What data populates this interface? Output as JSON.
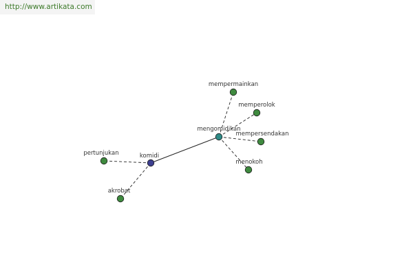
{
  "source_link": {
    "text": "http://www.artikata.com"
  },
  "graph": {
    "nodes": [
      {
        "id": "komidi",
        "label": "komidi",
        "kind": "root",
        "color": "#3d3f8f"
      },
      {
        "id": "mengomidikan",
        "label": "mengomidikan",
        "kind": "hub",
        "color": "#2e8a86"
      },
      {
        "id": "pertunjukan",
        "label": "pertunjukan",
        "kind": "leaf",
        "color": "#3f8a3f"
      },
      {
        "id": "akrobat",
        "label": "akrobat",
        "kind": "leaf",
        "color": "#3f8a3f"
      },
      {
        "id": "mempermainkan",
        "label": "mempermainkan",
        "kind": "leaf",
        "color": "#3f8a3f"
      },
      {
        "id": "memperolok",
        "label": "memperolok",
        "kind": "leaf",
        "color": "#3f8a3f"
      },
      {
        "id": "mempersendakan",
        "label": "mempersendakan",
        "kind": "leaf",
        "color": "#3f8a3f"
      },
      {
        "id": "menokoh",
        "label": "menokoh",
        "kind": "leaf",
        "color": "#3f8a3f"
      }
    ],
    "edges": [
      {
        "from": "komidi",
        "to": "mengomidikan",
        "style": "solid"
      },
      {
        "from": "komidi",
        "to": "pertunjukan",
        "style": "dashed"
      },
      {
        "from": "komidi",
        "to": "akrobat",
        "style": "dashed"
      },
      {
        "from": "mengomidikan",
        "to": "mempermainkan",
        "style": "dashed"
      },
      {
        "from": "mengomidikan",
        "to": "memperolok",
        "style": "dashed"
      },
      {
        "from": "mengomidikan",
        "to": "mempersendakan",
        "style": "dashed"
      },
      {
        "from": "mengomidikan",
        "to": "menokoh",
        "style": "dashed"
      }
    ]
  }
}
